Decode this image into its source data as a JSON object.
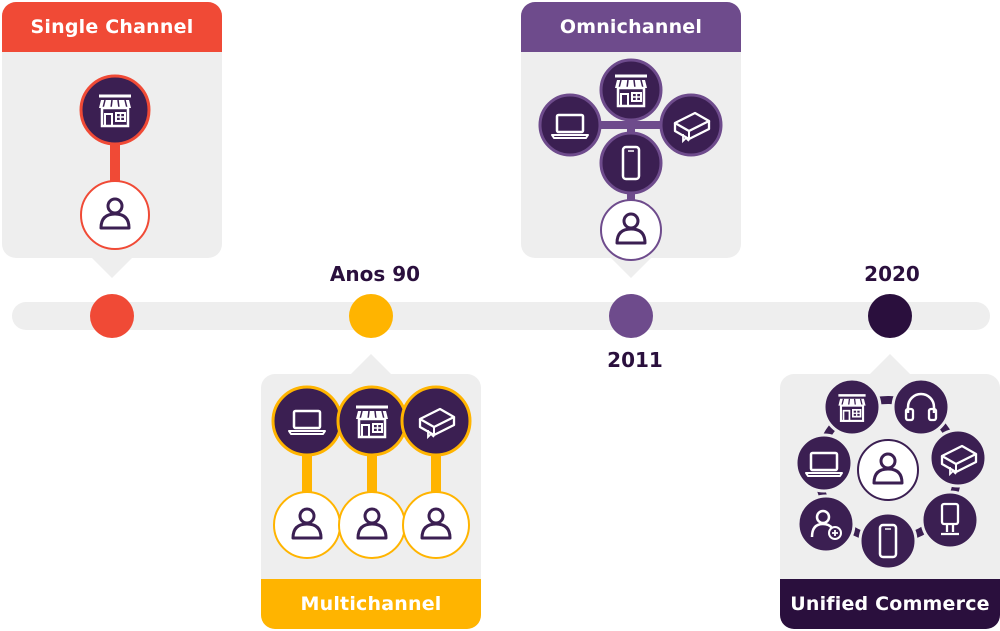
{
  "stages": [
    {
      "id": "single",
      "title": "Single Channel",
      "color": "#f04a36",
      "year": ""
    },
    {
      "id": "multi",
      "title": "Multichannel",
      "color": "#ffb400",
      "year": "Anos 90"
    },
    {
      "id": "omni",
      "title": "Omnichannel",
      "color": "#6e4b8c",
      "year": "2011"
    },
    {
      "id": "unified",
      "title": "Unified Commerce",
      "color": "#2a0f3d",
      "year": "2020"
    }
  ],
  "colors": {
    "icon_bg": "#3b1f52",
    "card_bg": "#eeeeee",
    "track": "#eeeeee",
    "year_text": "#2a0f3d"
  },
  "icons": {
    "single": [
      "store-icon",
      "person-icon"
    ],
    "multi": [
      "laptop-icon",
      "store-icon",
      "book-icon",
      "person-icon",
      "person-icon",
      "person-icon"
    ],
    "omni": [
      "store-icon",
      "laptop-icon",
      "book-icon",
      "phone-icon",
      "person-icon"
    ],
    "unified": [
      "store-icon",
      "headphones-icon",
      "laptop-icon",
      "person-icon",
      "book-icon",
      "add-user-icon",
      "phone-icon",
      "kiosk-icon"
    ]
  }
}
